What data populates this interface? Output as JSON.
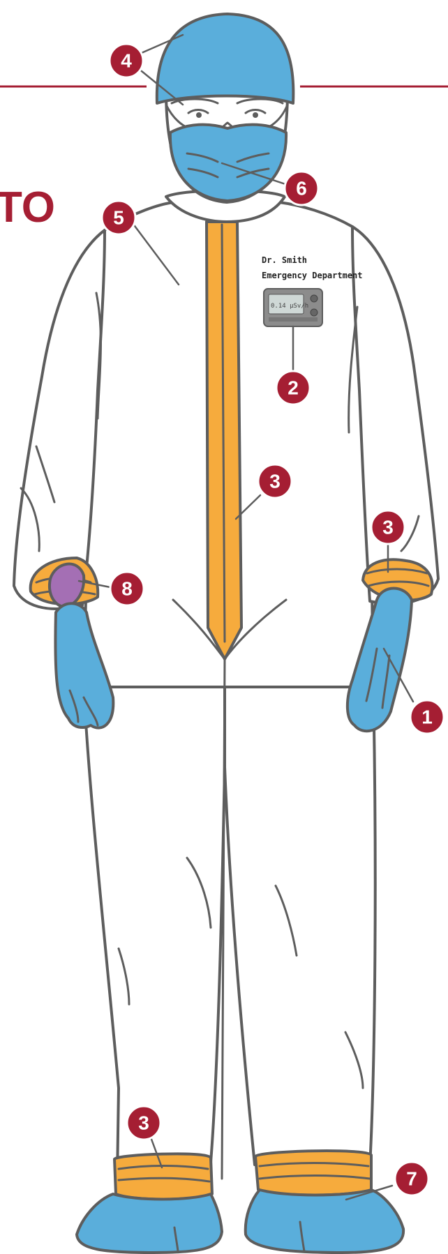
{
  "title_fragment": "TO",
  "badge_label": "Dr. Smith",
  "badge_dept": "Emergency Department",
  "dosimeter_reading": "0.14 µSv/h",
  "colors": {
    "suit": "#ffffff",
    "outline": "#5d5d5d",
    "ppe_blue": "#5aaedb",
    "tape_orange": "#f6ab3d",
    "inner_glove_purple": "#a46fb4",
    "callout_red": "#a51e33"
  },
  "callouts": [
    {
      "id": "c1",
      "number": "1",
      "item": "glove-right"
    },
    {
      "id": "c2",
      "number": "2",
      "item": "dosimeter"
    },
    {
      "id": "c3a",
      "number": "3",
      "item": "zipper-tape"
    },
    {
      "id": "c3b",
      "number": "3",
      "item": "cuff-tape-right"
    },
    {
      "id": "c3c",
      "number": "3",
      "item": "ankle-tape-left"
    },
    {
      "id": "c4",
      "number": "4",
      "item": "cap-and-goggles"
    },
    {
      "id": "c5",
      "number": "5",
      "item": "coverall"
    },
    {
      "id": "c6",
      "number": "6",
      "item": "mask"
    },
    {
      "id": "c7",
      "number": "7",
      "item": "shoe-cover"
    },
    {
      "id": "c8",
      "number": "8",
      "item": "inner-glove"
    }
  ]
}
